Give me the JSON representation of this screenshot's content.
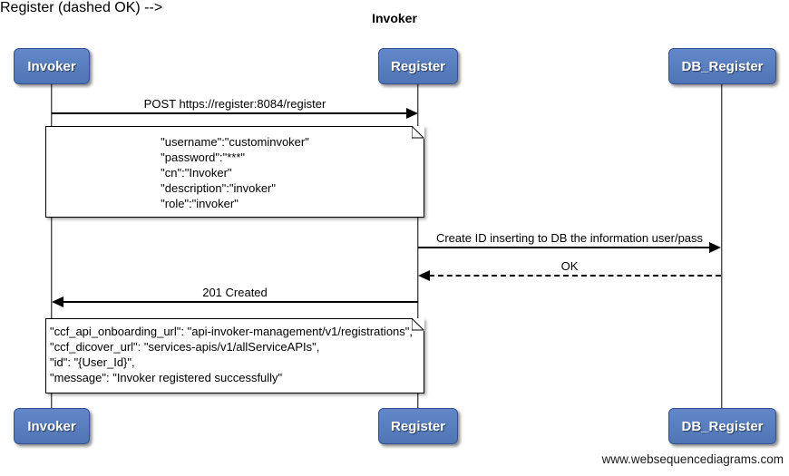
{
  "title": "Invoker",
  "actors": [
    {
      "label": "Invoker"
    },
    {
      "label": "Register"
    },
    {
      "label": "DB_Register"
    }
  ],
  "messages": [
    {
      "label": "POST https://register:8084/register",
      "from": "Invoker",
      "to": "Register",
      "style": "solid"
    },
    {
      "label": "Create ID inserting to DB the information user/pass",
      "from": "Register",
      "to": "DB_Register",
      "style": "solid"
    },
    {
      "label": "OK",
      "from": "DB_Register",
      "to": "Register",
      "style": "dashed"
    },
    {
      "label": "201 Created",
      "from": "Register",
      "to": "Invoker",
      "style": "solid"
    }
  ],
  "notes": [
    {
      "lines": [
        "\"username\":\"custominvoker\"",
        "\"password\":\"***\"",
        "\"cn\":\"Invoker\"",
        "\"description\":\"invoker\"",
        "\"role\":\"invoker\""
      ]
    },
    {
      "lines": [
        "\"ccf_api_onboarding_url\": \"api-invoker-management/v1/registrations\",",
        "\"ccf_dicover_url\": \"services-apis/v1/allServiceAPIs\",",
        "\"id\": \"{User_Id}\",",
        "\"message\": \"Invoker registered successfully\""
      ]
    }
  ],
  "footer": "www.websequencediagrams.com",
  "colors": {
    "actor_fill_top": "#6288c9",
    "actor_fill_bottom": "#4f75b5",
    "actor_border": "#35508f",
    "lifeline": "#707070",
    "arrow": "#000000",
    "note_bg": "#ffffff"
  }
}
